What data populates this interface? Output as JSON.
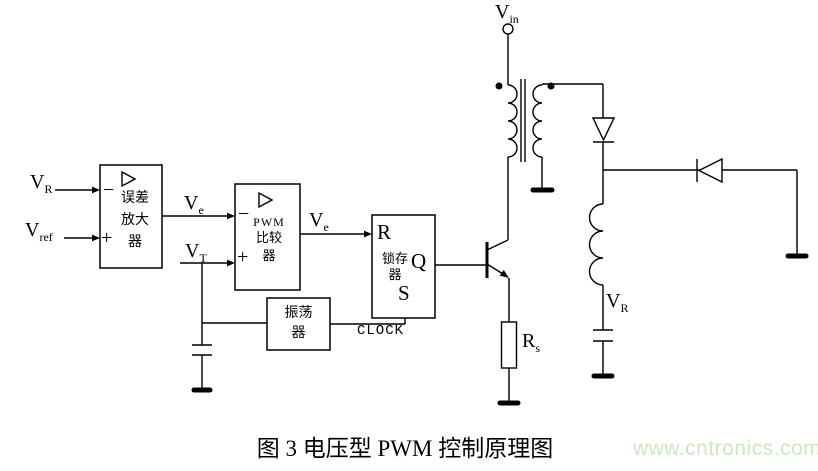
{
  "figure": {
    "caption": "图 3  电压型 PWM 控制原理图"
  },
  "watermark": {
    "text": "www.cntronics.com",
    "color": "#cbe7c3"
  },
  "signals": {
    "vr_in": {
      "main": "V",
      "sub": "R"
    },
    "vref": {
      "main": "V",
      "sub": "ref"
    },
    "ve_error": {
      "main": "V",
      "sub": "e"
    },
    "vt": {
      "main": "V",
      "sub": "T"
    },
    "ve_pwm": {
      "main": "V",
      "sub": "e"
    },
    "vin": {
      "main": "V",
      "sub": "in"
    },
    "rs": {
      "main": "R",
      "sub": "s"
    },
    "vr_out": {
      "main": "V",
      "sub": "R"
    },
    "clock": "CLOCK"
  },
  "blocks": {
    "error_amp": {
      "line1": "误差",
      "line2": "放大",
      "line3": "器",
      "minus": "−",
      "plus": "+"
    },
    "pwm_comparator": {
      "line1": "PWM",
      "line2": "比较",
      "line3": "器",
      "minus": "−",
      "plus": "+"
    },
    "latch": {
      "line1": "锁存",
      "line2": "器",
      "r": "R",
      "q": "Q",
      "s": "S"
    },
    "oscillator": {
      "line1": "振荡",
      "line2": "器"
    }
  },
  "colors": {
    "line": "#000000",
    "background": "#ffffff",
    "watermark": "#cbe7c3"
  }
}
